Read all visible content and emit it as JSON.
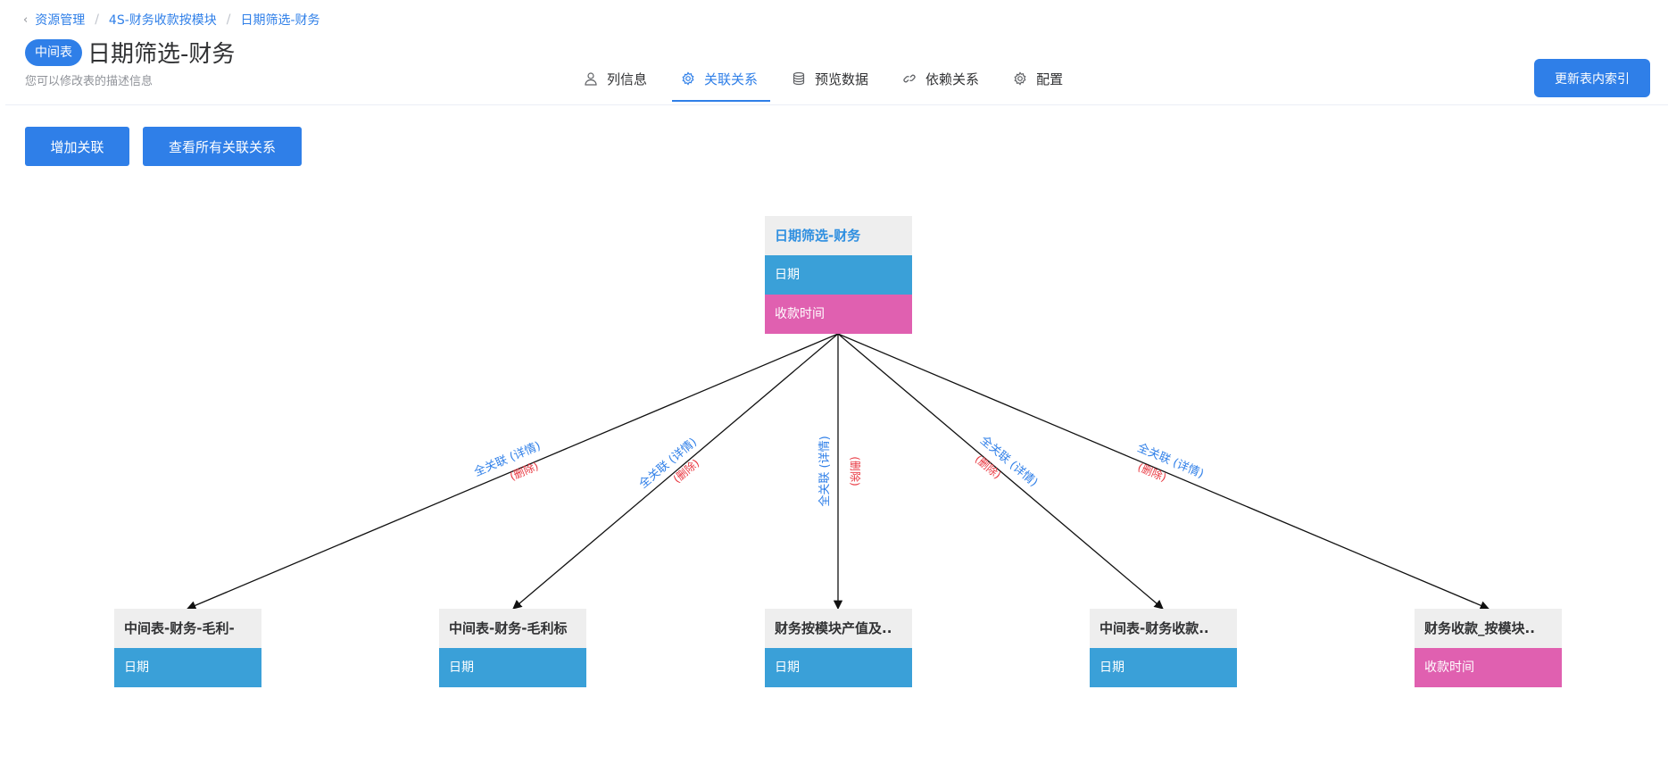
{
  "breadcrumb": {
    "items": [
      "资源管理",
      "4S-财务收款按模块",
      "日期筛选-财务"
    ]
  },
  "header": {
    "tag": "中间表",
    "title": "日期筛选-财务",
    "subtitle": "您可以修改表的描述信息"
  },
  "tabs": [
    {
      "label": "列信息",
      "icon": "user-icon",
      "active": false
    },
    {
      "label": "关联关系",
      "icon": "gear-icon",
      "active": true
    },
    {
      "label": "预览数据",
      "icon": "database-icon",
      "active": false
    },
    {
      "label": "依赖关系",
      "icon": "link-icon",
      "active": false
    },
    {
      "label": "配置",
      "icon": "gear-icon",
      "active": false
    }
  ],
  "actions": {
    "refresh_index": "更新表内索引",
    "add_relation": "增加关联",
    "view_all": "查看所有关联关系"
  },
  "colors": {
    "accent": "#2f7fe8",
    "field_blue": "#3aa0d8",
    "field_pink": "#e060b0",
    "delete_red": "#e8343d"
  },
  "diagram": {
    "center": {
      "title": "日期筛选-财务",
      "fields": [
        "日期",
        "收款时间"
      ]
    },
    "targets": [
      {
        "title": "中间表-财务-毛利-",
        "field": "日期",
        "field_color": "blue"
      },
      {
        "title": "中间表-财务-毛利标",
        "field": "日期",
        "field_color": "blue"
      },
      {
        "title": "财务按模块产值及..",
        "field": "日期",
        "field_color": "blue"
      },
      {
        "title": "中间表-财务收款..",
        "field": "日期",
        "field_color": "blue"
      },
      {
        "title": "财务收款_按模块..",
        "field": "收款时间",
        "field_color": "pink"
      }
    ],
    "edge_label": "全关联 (详情)",
    "delete_label": "(删除)"
  }
}
